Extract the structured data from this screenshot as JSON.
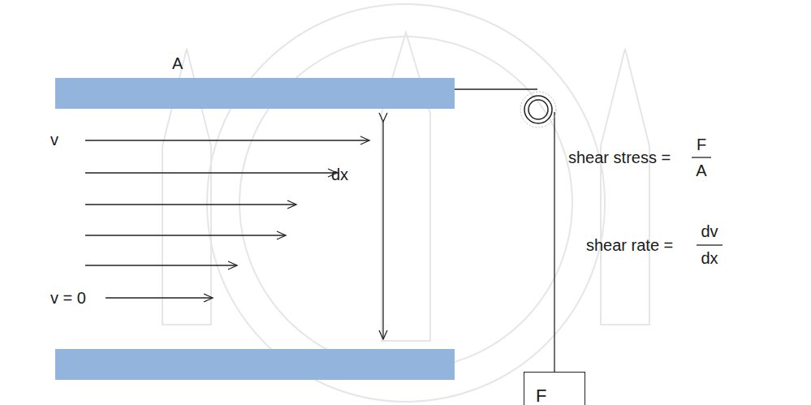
{
  "diagram": {
    "nodes": [
      {
        "text": [
          "F"
        ]
      }
    ],
    "labels": [
      "A",
      "v",
      "dx",
      "v = 0",
      "shear stress =",
      "F",
      "A",
      "shear rate =",
      "dv",
      "dx"
    ]
  }
}
